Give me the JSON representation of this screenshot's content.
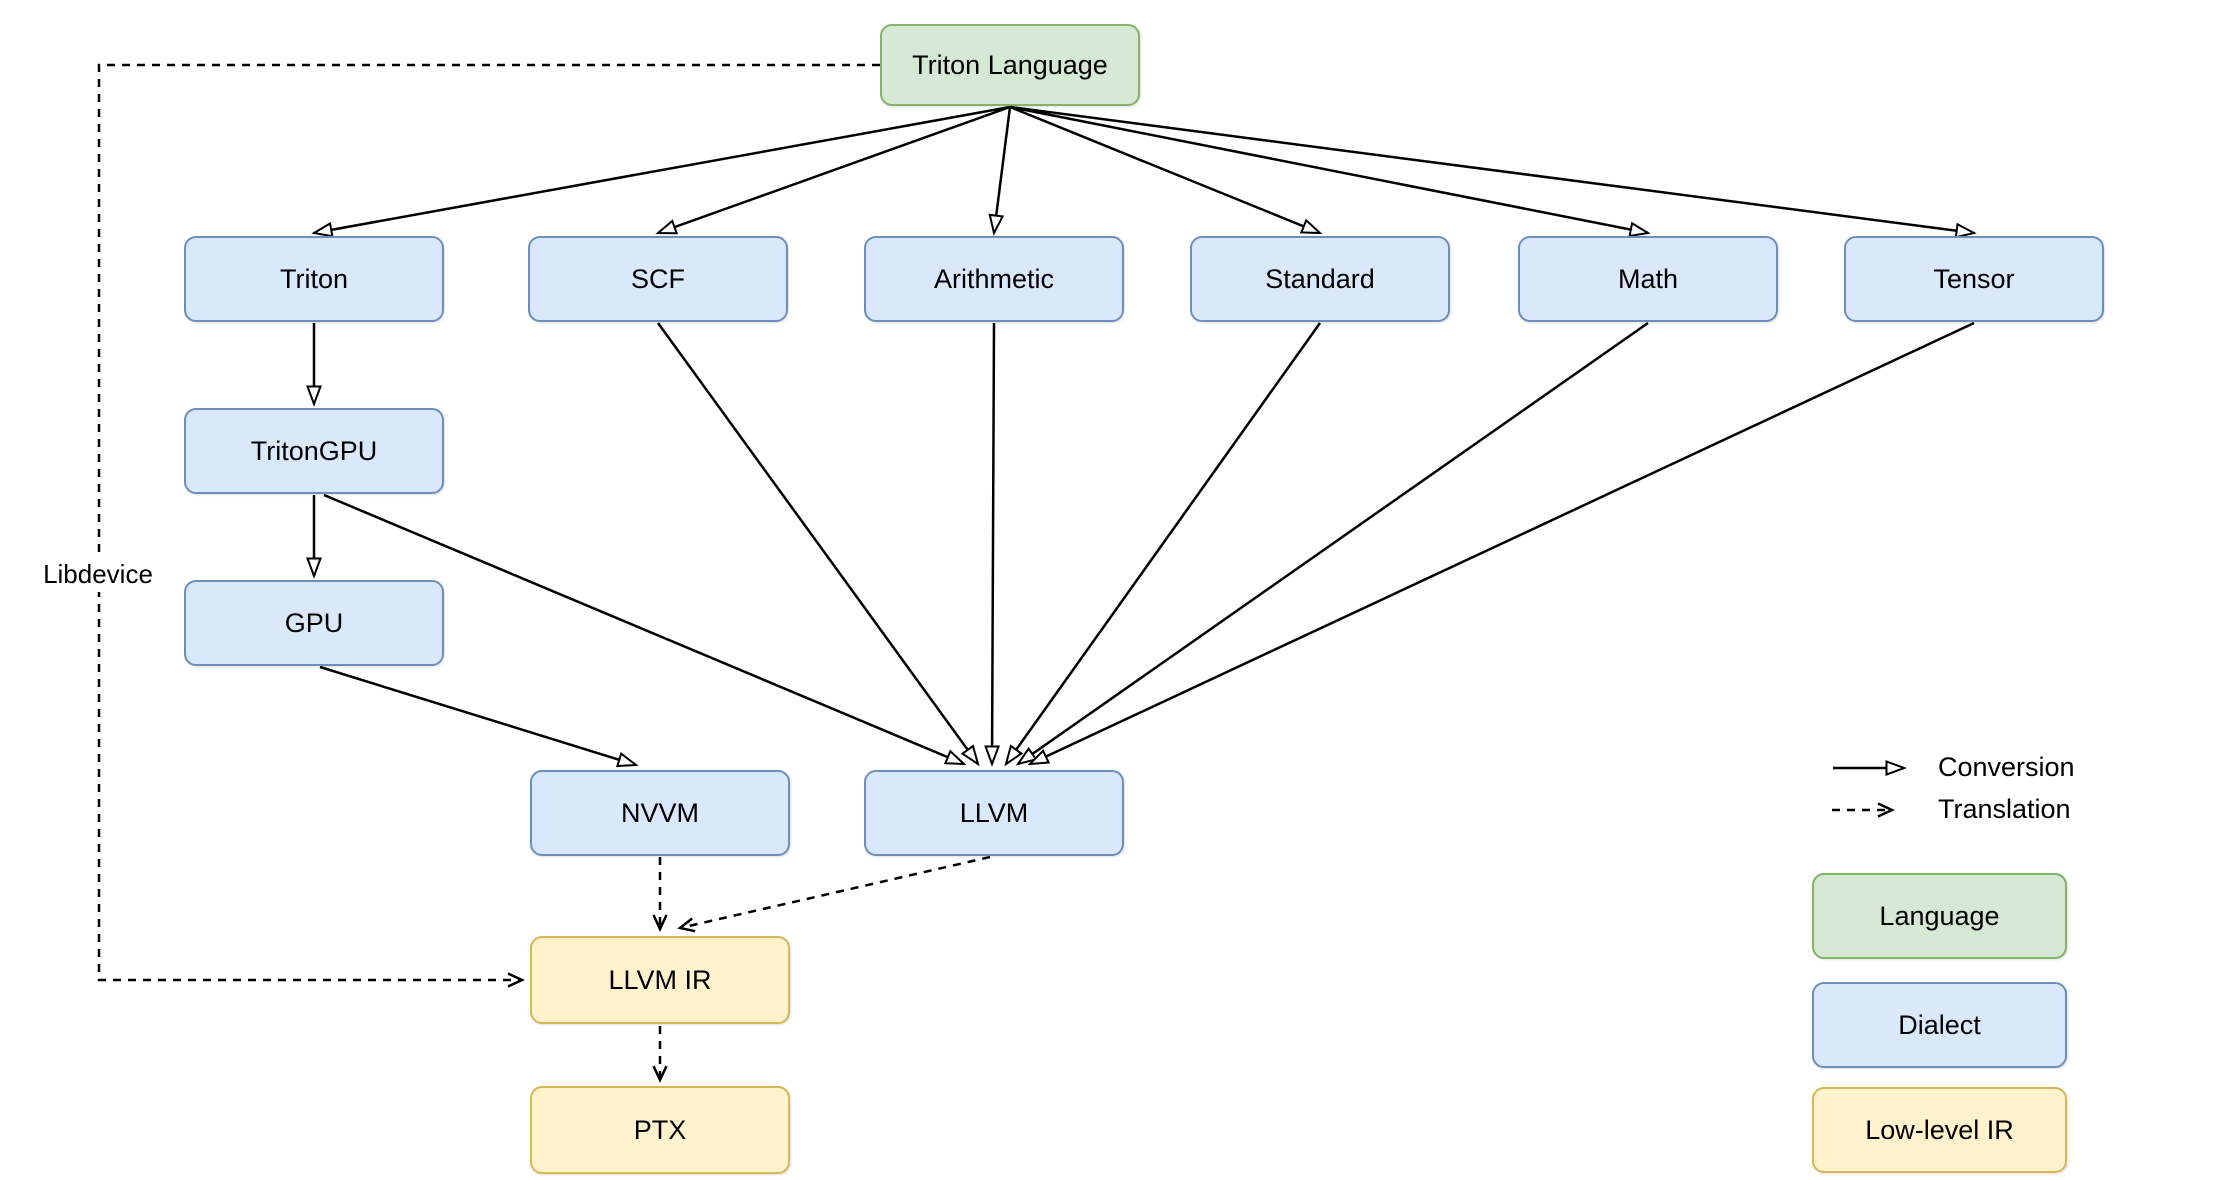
{
  "diagram": {
    "description": "Triton compiler pipeline diagram",
    "nodes": {
      "triton_language": {
        "label": "Triton Language",
        "category": "language"
      },
      "triton": {
        "label": "Triton",
        "category": "dialect"
      },
      "scf": {
        "label": "SCF",
        "category": "dialect"
      },
      "arithmetic": {
        "label": "Arithmetic",
        "category": "dialect"
      },
      "standard": {
        "label": "Standard",
        "category": "dialect"
      },
      "math": {
        "label": "Math",
        "category": "dialect"
      },
      "tensor": {
        "label": "Tensor",
        "category": "dialect"
      },
      "tritongpu": {
        "label": "TritonGPU",
        "category": "dialect"
      },
      "gpu": {
        "label": "GPU",
        "category": "dialect"
      },
      "nvvm": {
        "label": "NVVM",
        "category": "dialect"
      },
      "llvm": {
        "label": "LLVM",
        "category": "dialect"
      },
      "llvm_ir": {
        "label": "LLVM IR",
        "category": "low_level_ir"
      },
      "ptx": {
        "label": "PTX",
        "category": "low_level_ir"
      }
    },
    "edges": [
      {
        "from": "Triton Language",
        "to": "Triton",
        "type": "conversion"
      },
      {
        "from": "Triton Language",
        "to": "SCF",
        "type": "conversion"
      },
      {
        "from": "Triton Language",
        "to": "Arithmetic",
        "type": "conversion"
      },
      {
        "from": "Triton Language",
        "to": "Standard",
        "type": "conversion"
      },
      {
        "from": "Triton Language",
        "to": "Math",
        "type": "conversion"
      },
      {
        "from": "Triton Language",
        "to": "Tensor",
        "type": "conversion"
      },
      {
        "from": "Triton",
        "to": "TritonGPU",
        "type": "conversion"
      },
      {
        "from": "TritonGPU",
        "to": "GPU",
        "type": "conversion"
      },
      {
        "from": "TritonGPU",
        "to": "LLVM",
        "type": "conversion"
      },
      {
        "from": "GPU",
        "to": "NVVM",
        "type": "conversion"
      },
      {
        "from": "SCF",
        "to": "LLVM",
        "type": "conversion"
      },
      {
        "from": "Arithmetic",
        "to": "LLVM",
        "type": "conversion"
      },
      {
        "from": "Standard",
        "to": "LLVM",
        "type": "conversion"
      },
      {
        "from": "Math",
        "to": "LLVM",
        "type": "conversion"
      },
      {
        "from": "Tensor",
        "to": "LLVM",
        "type": "conversion"
      },
      {
        "from": "Triton Language",
        "to": "LLVM IR",
        "type": "translation",
        "label": "Libdevice"
      },
      {
        "from": "NVVM",
        "to": "LLVM IR",
        "type": "translation"
      },
      {
        "from": "LLVM",
        "to": "LLVM IR",
        "type": "translation"
      },
      {
        "from": "LLVM IR",
        "to": "PTX",
        "type": "translation"
      }
    ],
    "labels": {
      "libdevice": "Libdevice"
    }
  },
  "legend": {
    "conversion_label": "Conversion",
    "translation_label": "Translation",
    "items": [
      {
        "label": "Language",
        "type": "language"
      },
      {
        "label": "Dialect",
        "type": "dialect"
      },
      {
        "label": "Low-level IR",
        "type": "low_level_ir"
      }
    ]
  },
  "colors": {
    "language_fill": "#d5e8d4",
    "language_stroke": "#82b366",
    "dialect_fill": "#dae8fc",
    "dialect_stroke": "#6c8ebf",
    "low_level_ir_fill": "#fff2cc",
    "low_level_ir_stroke": "#d6b656",
    "edge": "#000000",
    "background": "#ffffff",
    "text": "#000000"
  }
}
